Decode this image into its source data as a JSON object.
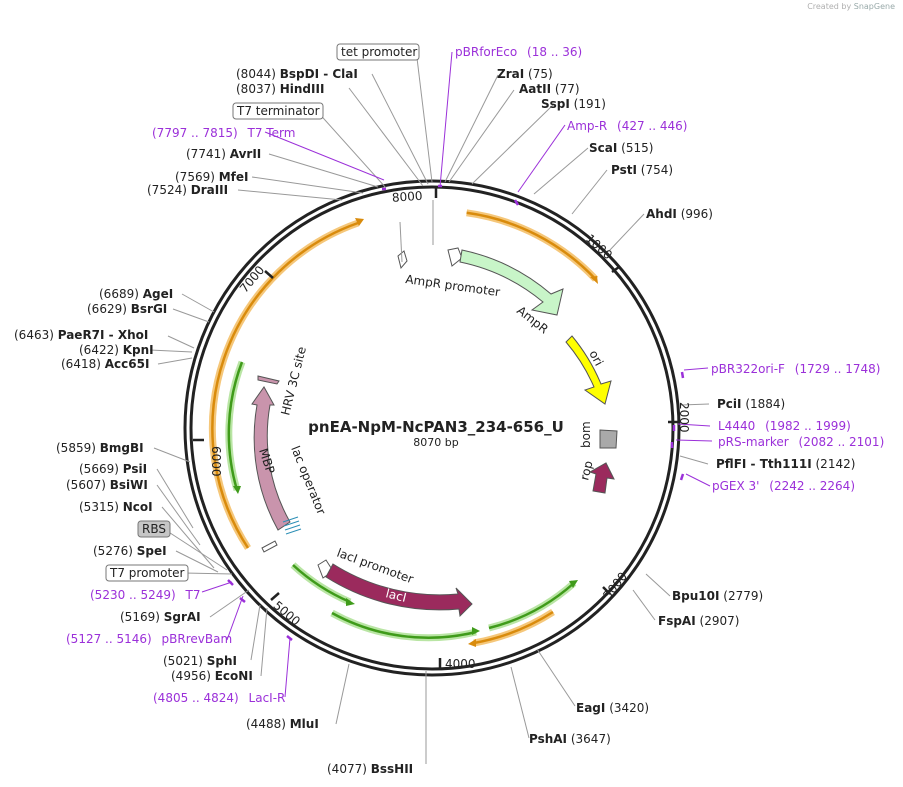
{
  "credit": {
    "prefix": "Created by",
    "brand": "SnapGene"
  },
  "plasmid": {
    "name": "pnEA-NpM-NcPAN3_234-656_U",
    "size_label": "8070 bp",
    "length": 8070
  },
  "ticks": [
    "1000",
    "2000",
    "3000",
    "4000",
    "5000",
    "6000",
    "7000",
    "8000"
  ],
  "sites": [
    {
      "name": "BspDI - ClaI",
      "pos": "(8044)"
    },
    {
      "name": "HindIII",
      "pos": "(8037)"
    },
    {
      "name": "ZraI",
      "pos": "(75)"
    },
    {
      "name": "AatII",
      "pos": "(77)"
    },
    {
      "name": "SspI",
      "pos": "(191)"
    },
    {
      "name": "ScaI",
      "pos": "(515)"
    },
    {
      "name": "PstI",
      "pos": "(754)"
    },
    {
      "name": "AhdI",
      "pos": "(996)"
    },
    {
      "name": "PciI",
      "pos": "(1884)"
    },
    {
      "name": "PflFI - Tth111I",
      "pos": "(2142)"
    },
    {
      "name": "Bpu10I",
      "pos": "(2779)"
    },
    {
      "name": "FspAI",
      "pos": "(2907)"
    },
    {
      "name": "EagI",
      "pos": "(3420)"
    },
    {
      "name": "PshAI",
      "pos": "(3647)"
    },
    {
      "name": "BssHII",
      "pos": "(4077)"
    },
    {
      "name": "MluI",
      "pos": "(4488)"
    },
    {
      "name": "EcoNI",
      "pos": "(4956)"
    },
    {
      "name": "SphI",
      "pos": "(5021)"
    },
    {
      "name": "SgrAI",
      "pos": "(5169)"
    },
    {
      "name": "SpeI",
      "pos": "(5276)"
    },
    {
      "name": "NcoI",
      "pos": "(5315)"
    },
    {
      "name": "BsiWI",
      "pos": "(5607)"
    },
    {
      "name": "PsiI",
      "pos": "(5669)"
    },
    {
      "name": "BmgBI",
      "pos": "(5859)"
    },
    {
      "name": "Acc65I",
      "pos": "(6418)"
    },
    {
      "name": "KpnI",
      "pos": "(6422)"
    },
    {
      "name": "PaeR7I - XhoI",
      "pos": "(6463)"
    },
    {
      "name": "BsrGI",
      "pos": "(6629)"
    },
    {
      "name": "AgeI",
      "pos": "(6689)"
    },
    {
      "name": "DraIII",
      "pos": "(7524)"
    },
    {
      "name": "MfeI",
      "pos": "(7569)"
    },
    {
      "name": "AvrII",
      "pos": "(7741)"
    }
  ],
  "primers": [
    {
      "name": "pBRforEco",
      "range": "(18 .. 36)"
    },
    {
      "name": "Amp-R",
      "range": "(427 .. 446)"
    },
    {
      "name": "pBR322ori-F",
      "range": "(1729 .. 1748)"
    },
    {
      "name": "L4440",
      "range": "(1982 .. 1999)"
    },
    {
      "name": "pRS-marker",
      "range": "(2082 .. 2101)"
    },
    {
      "name": "pGEX 3'",
      "range": "(2242 .. 2264)"
    },
    {
      "name": "T7",
      "range": "(5230 .. 5249)"
    },
    {
      "name": "pBRrevBam",
      "range": "(5127 .. 5146)"
    },
    {
      "name": "LacI-R",
      "range": "(4805 .. 4824)"
    },
    {
      "name": "T7 Term",
      "range": "(7797 .. 7815)"
    }
  ],
  "boxed": [
    "tet promoter",
    "T7 terminator",
    "RBS",
    "T7 promoter"
  ],
  "features": {
    "ampr_promoter": "AmpR promoter",
    "ampr": "AmpR",
    "ori": "ori",
    "bom": "bom",
    "rop": "rop",
    "laci_promoter": "lacI promoter",
    "laci": "lacI",
    "mbp": "MBP",
    "hrv": "HRV 3C site",
    "lac_operator": "lac operator"
  },
  "colors": {
    "orange": "#f5a623",
    "green": "#5cb82e",
    "ampr_fill": "#c8f5c8",
    "ori_fill": "#ffff00",
    "laci_fill": "#9b2a5d",
    "rop_fill": "#9b2a5d",
    "mbp_fill": "#c994ac",
    "bom_fill": "#a9a9a9",
    "primer": "#9b30d9"
  }
}
